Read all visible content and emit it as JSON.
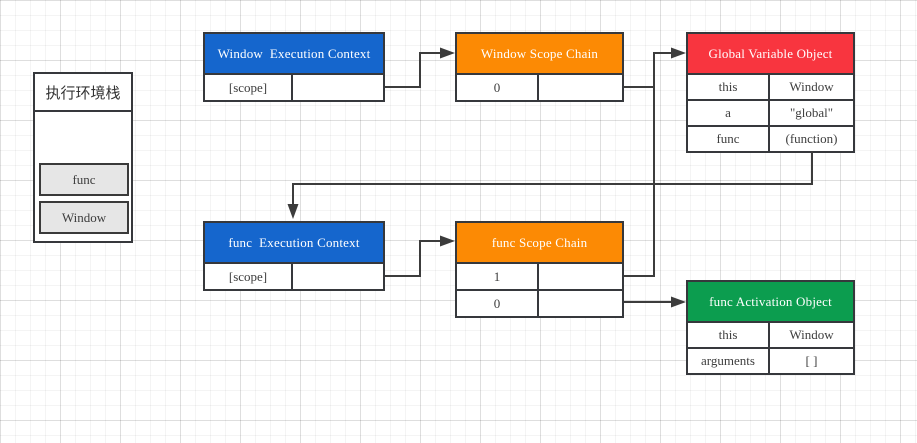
{
  "colors": {
    "blue": "#1566cd",
    "orange": "#fc8a04",
    "red": "#f8353f",
    "green": "#0c9d4f",
    "line": "#3c3c3c",
    "stack_item_bg": "#e6e6e6"
  },
  "stack": {
    "title": "执行环境栈",
    "items": [
      {
        "label": "func"
      },
      {
        "label": "Window"
      }
    ]
  },
  "boxes": {
    "window_ec": {
      "title": "Window  Execution Context",
      "rows": [
        {
          "key": "[scope]",
          "value": ""
        }
      ]
    },
    "window_sc": {
      "title": "Window Scope Chain",
      "rows": [
        {
          "key": "0",
          "value": ""
        }
      ]
    },
    "gvo": {
      "title": "Global Variable Object",
      "rows": [
        {
          "key": "this",
          "value": "Window"
        },
        {
          "key": "a",
          "value": "\"global\""
        },
        {
          "key": "func",
          "value": "(function)"
        }
      ]
    },
    "func_ec": {
      "title": "func  Execution Context",
      "rows": [
        {
          "key": "[scope]",
          "value": ""
        }
      ]
    },
    "func_sc": {
      "title": "func Scope Chain",
      "rows": [
        {
          "key": "1",
          "value": ""
        },
        {
          "key": "0",
          "value": ""
        }
      ]
    },
    "func_ao": {
      "title": "func Activation Object",
      "rows": [
        {
          "key": "this",
          "value": "Window"
        },
        {
          "key": "arguments",
          "value": "[ ]"
        }
      ]
    }
  }
}
